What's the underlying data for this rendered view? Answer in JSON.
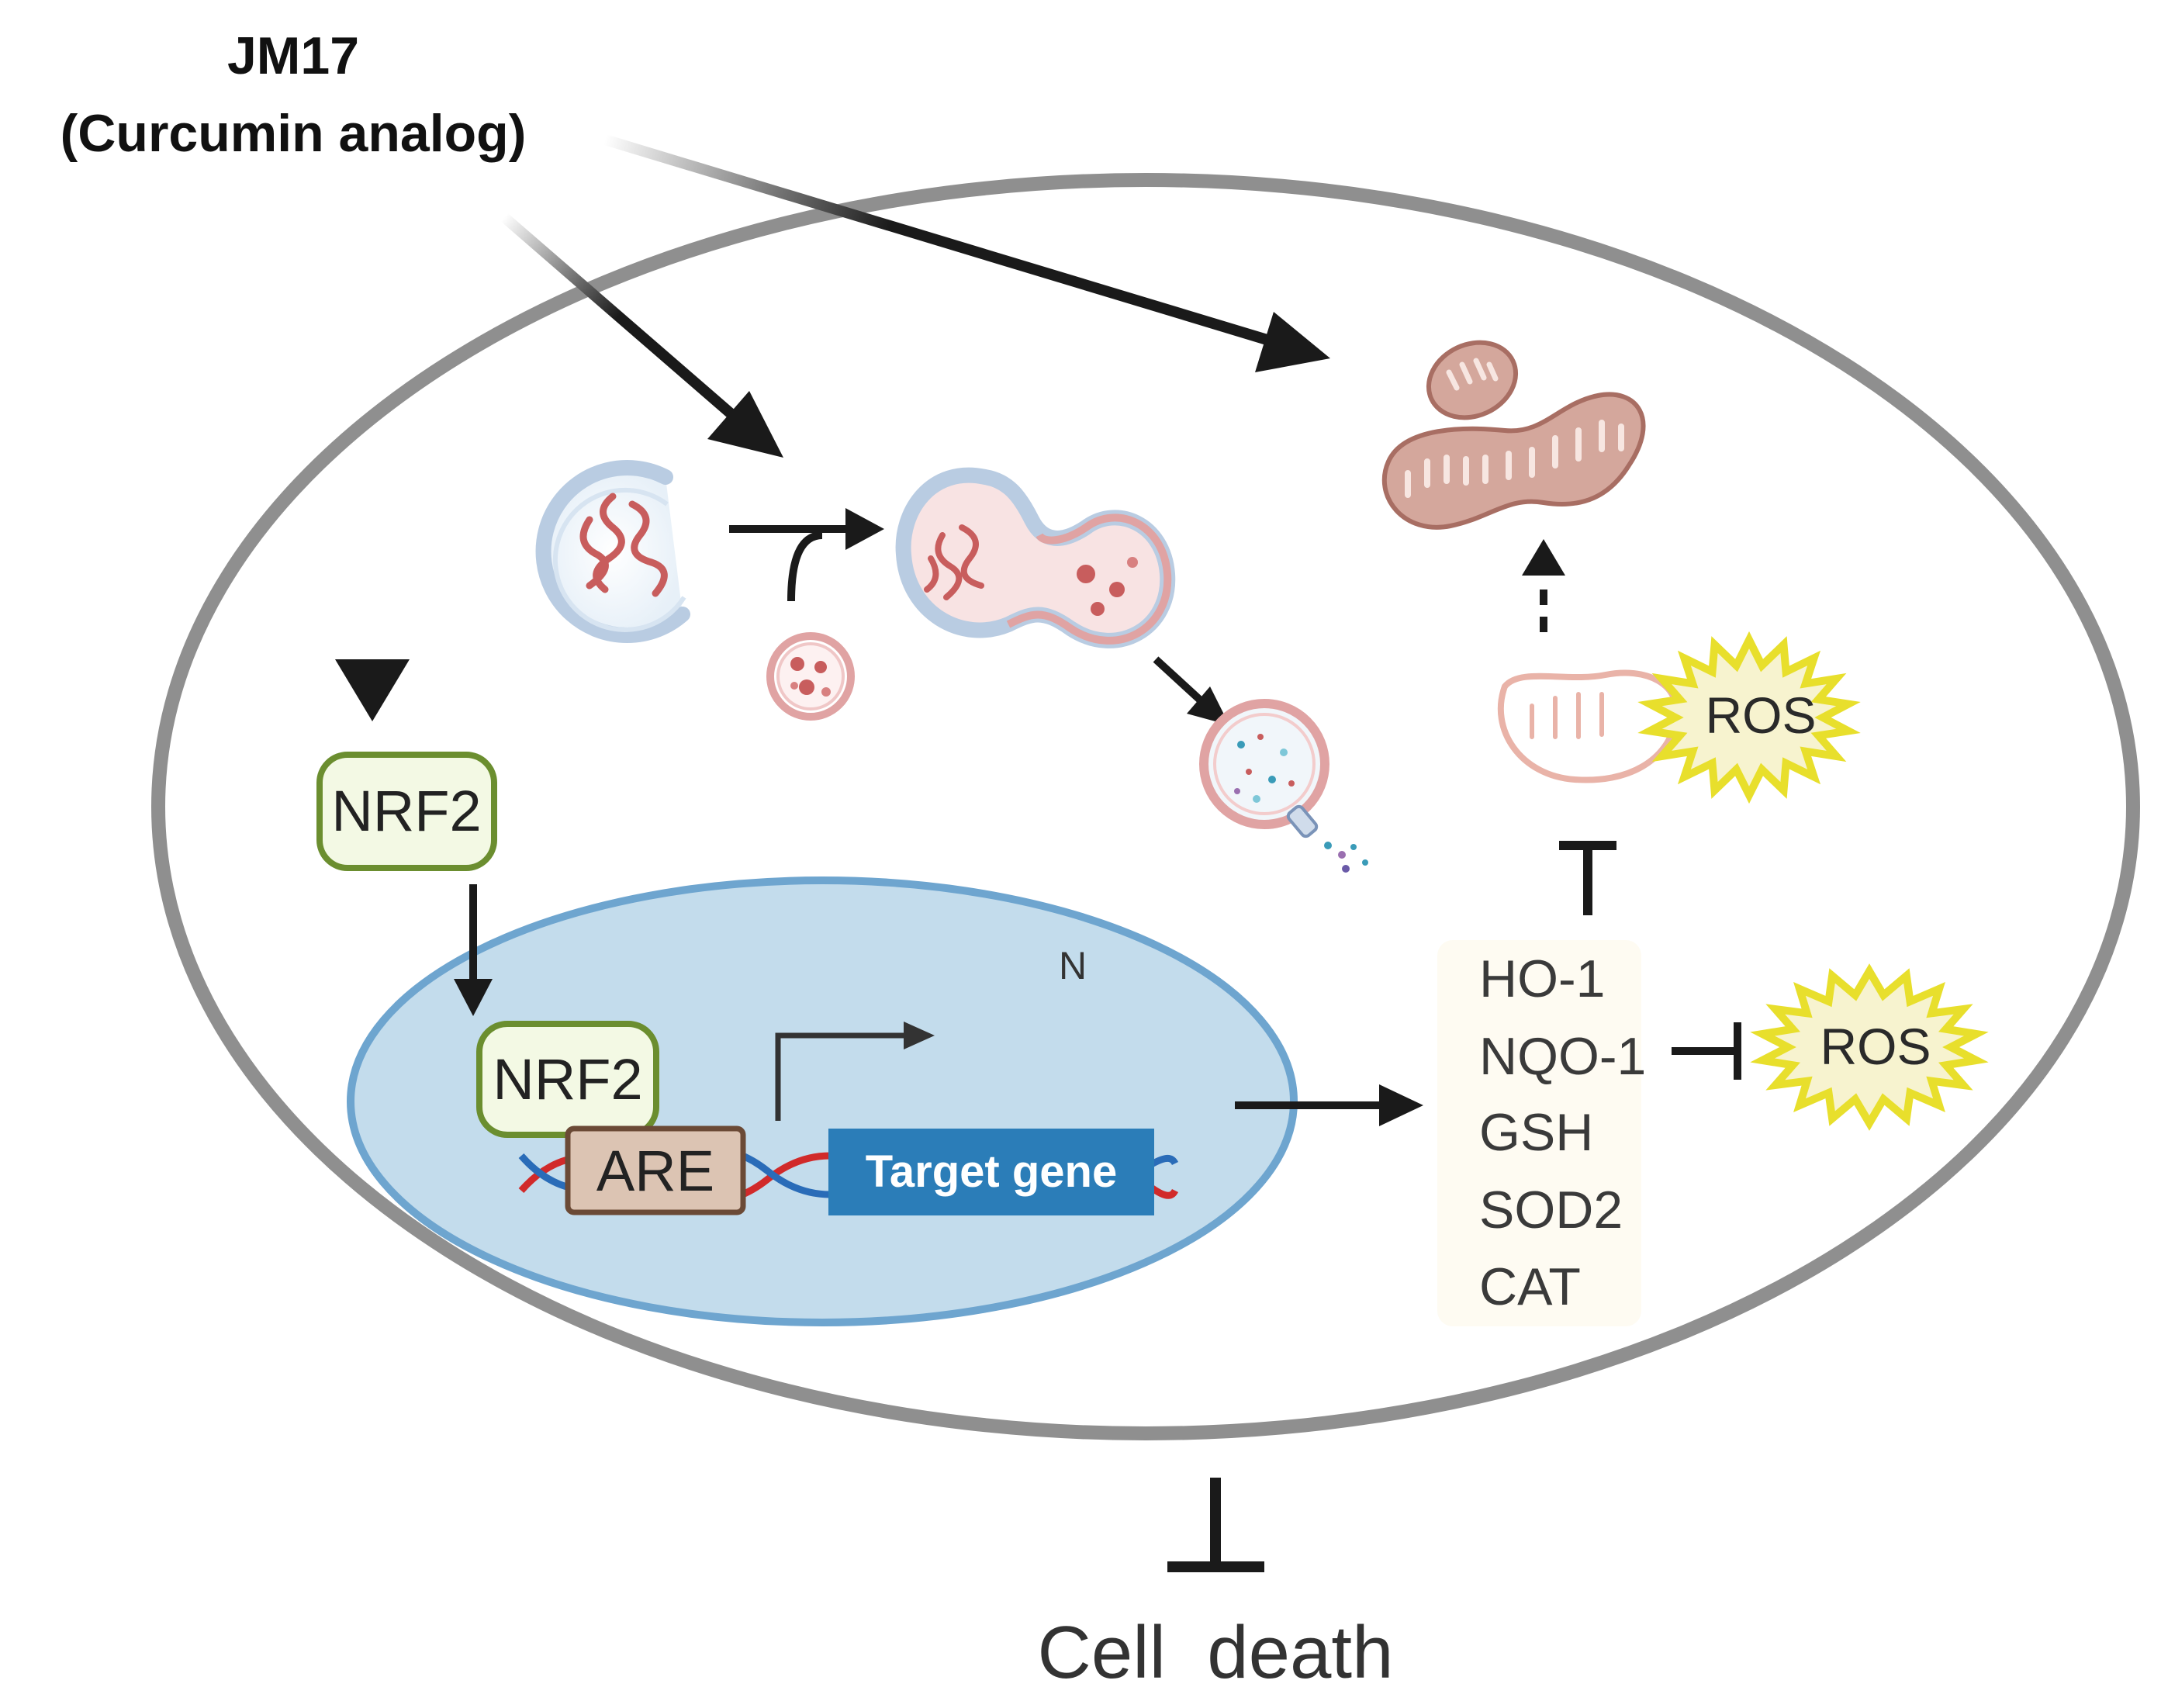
{
  "drug": {
    "name": "JM17",
    "description": "(Curcumin analog)"
  },
  "nucleus": {
    "label": "N",
    "cytoplasmic_factor": "NRF2",
    "nuclear_factor": "NRF2",
    "element": "ARE",
    "target_gene": "Target gene"
  },
  "antioxidant_products": [
    "HO-1",
    "NQO-1",
    "GSH",
    "SOD2",
    "CAT"
  ],
  "ros_labels": {
    "mitochondrial": "ROS",
    "cytoplasmic": "ROS"
  },
  "outcome": "Cell  death",
  "colors": {
    "cell_membrane": "#8f8f8f",
    "nucleus_fill": "#c3dcec",
    "nucleus_stroke": "#6ea5cf",
    "nrf2_fill": "#f3f9e4",
    "nrf2_stroke": "#6b8e2f",
    "are_fill": "#dcc4b3",
    "are_stroke": "#6b4a36",
    "target_gene_fill": "#2b7db8",
    "ros_fill": "#f7f3cf",
    "ros_stroke": "#e8df2c",
    "mitochondrion_fill": "#d4a79c",
    "arrow": "#1a1a1a"
  },
  "icons": [
    "autophagosome-icon",
    "lysosome-icon",
    "autolysosome-icon",
    "degradation-vesicle-icon",
    "mitochondrion-icon",
    "damaged-mitochondrion-icon",
    "dna-icon",
    "transcription-arrow-icon",
    "ros-burst-icon"
  ]
}
